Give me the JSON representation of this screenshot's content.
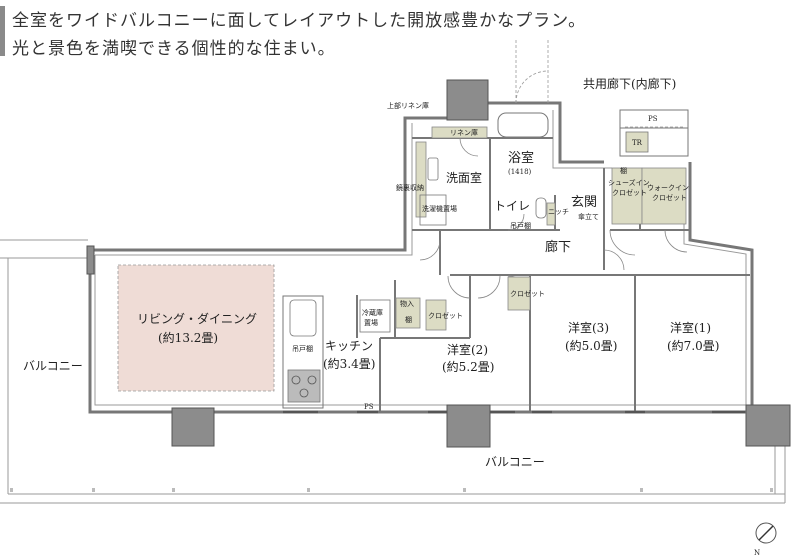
{
  "caption": {
    "line1": "全室をワイドバルコニーに面してレイアウトした開放感豊かなプラン。",
    "line2": "光と景色を満喫できる個性的な住まい。"
  },
  "labels": {
    "corridor": "共用廊下(内廊下)",
    "ps_top": "PS",
    "tr": "TR",
    "linen_upper": "上部リネン庫",
    "linen": "リネン庫",
    "bath": "浴室",
    "bath_size": "(1418)",
    "washroom": "洗面室",
    "mirror_storage": "鏡裏収納",
    "washer": "洗濯機置場",
    "toilet": "トイレ",
    "niche": "ニッチ",
    "hanging_cabinet_wc": "吊戸棚",
    "entrance": "玄関",
    "umbrella": "傘立て",
    "shoes_shelf": "棚",
    "shoes_in": "シューズイン",
    "shoes_in_closet": "クロゼット",
    "walk_in": "ウォークイン",
    "walk_in_closet": "クロゼット",
    "hallway": "廊下",
    "closet_hall": "クロゼット",
    "living": "リビング・ダイニング",
    "living_size": "(約13.2畳)",
    "kitchen": "キッチン",
    "kitchen_size": "(約3.4畳)",
    "kitchen_cabinet": "吊戸棚",
    "fridge_1": "冷蔵庫",
    "fridge_2": "置場",
    "storage_1": "物入",
    "storage_2": "棚",
    "closet_r2": "クロゼット",
    "room2": "洋室(2)",
    "room2_size": "(約5.2畳)",
    "room3": "洋室(3)",
    "room3_size": "(約5.0畳)",
    "room1": "洋室(1)",
    "room1_size": "(約7.0畳)",
    "balcony_left": "バルコニー",
    "balcony_bottom": "バルコニー",
    "ps_bottom": "PS",
    "north": "N"
  },
  "colors": {
    "living_fill": "#efdcd6",
    "storage_fill": "#dcdcc4",
    "column_fill": "#8c8c8c",
    "wall": "#777777",
    "caption_bar": "#8a8a8a"
  }
}
